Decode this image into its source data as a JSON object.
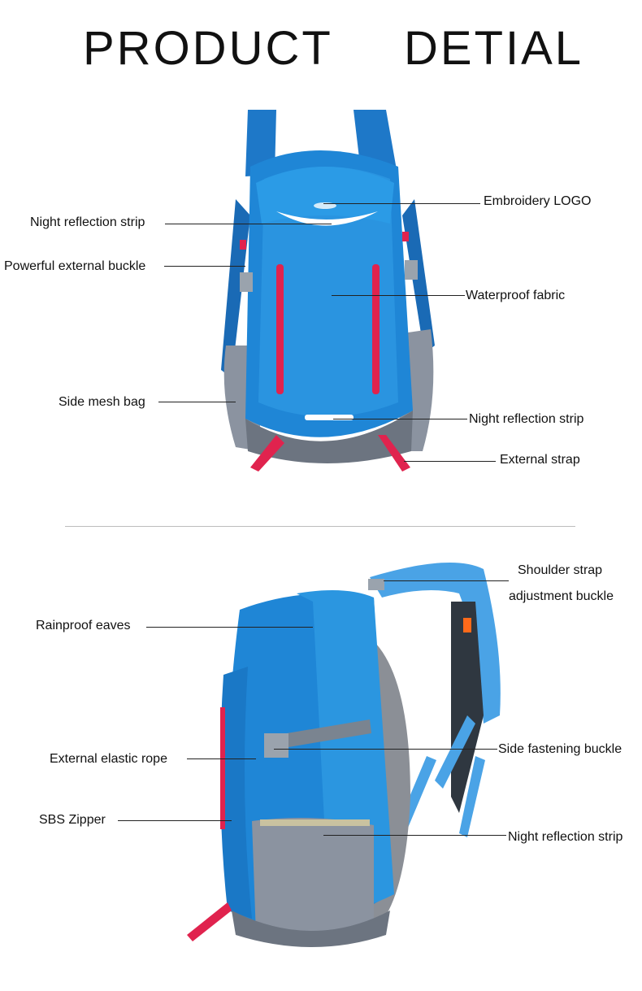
{
  "title": {
    "word1": "PRODUCT",
    "word2": "DETIAL"
  },
  "front_labels": {
    "embroidery_logo": "Embroidery LOGO",
    "night_reflection_top": "Night reflection strip",
    "external_buckle": "Powerful external buckle",
    "waterproof_fabric": "Waterproof fabric",
    "side_mesh_bag": "Side mesh bag",
    "night_reflection_bottom": "Night reflection strip",
    "external_strap": "External strap"
  },
  "side_labels": {
    "shoulder_strap_1": "Shoulder strap",
    "shoulder_strap_2": "adjustment buckle",
    "rainproof_eaves": "Rainproof eaves",
    "elastic_rope": "External elastic rope",
    "side_buckle": "Side fastening buckle",
    "sbs_zipper": "SBS Zipper",
    "night_reflection": "Night reflection strip"
  },
  "colors": {
    "pack_blue": "#1f7fcf",
    "pack_dark": "#1565b0",
    "accent_red": "#e0234e",
    "mesh_gray": "#8b93a0"
  }
}
